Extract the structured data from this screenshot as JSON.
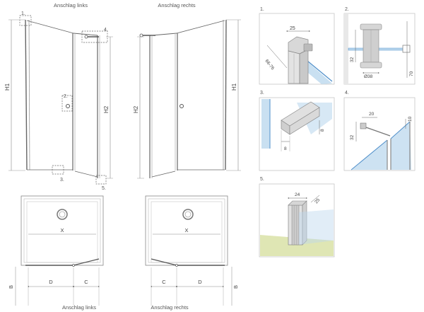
{
  "captions": {
    "top_left": "Anschlag links",
    "top_right": "Anschlag rechts",
    "bottom_left": "Anschlag links",
    "bottom_right": "Anschlag rechts"
  },
  "front_left": {
    "h1": "H1",
    "h2": "H2",
    "callouts": [
      "1.",
      "2.",
      "3.",
      "4.",
      "5."
    ]
  },
  "front_right": {
    "h1": "H1",
    "h2": "H2"
  },
  "plan_left": {
    "x": "X",
    "d": "D",
    "c": "C",
    "b": "B"
  },
  "plan_right": {
    "x": "X",
    "c": "C",
    "d": "D",
    "b": "B"
  },
  "details": [
    {
      "number": "1.",
      "dims": [
        "25",
        "66-76"
      ]
    },
    {
      "number": "2.",
      "dims": [
        "32",
        "Ø38",
        "70"
      ]
    },
    {
      "number": "3.",
      "dims": [
        "8",
        "8"
      ]
    },
    {
      "number": "4.",
      "dims": [
        "20",
        "10",
        "32"
      ]
    },
    {
      "number": "5.",
      "dims": [
        "24",
        "25"
      ]
    }
  ],
  "colors": {
    "line": "#555555",
    "glass": "#bcd8ee",
    "glass_edge": "#4f8fca",
    "frame": "#9a9a9a",
    "floor": "#dfe6b4",
    "box_border": "#c7c7c7"
  }
}
